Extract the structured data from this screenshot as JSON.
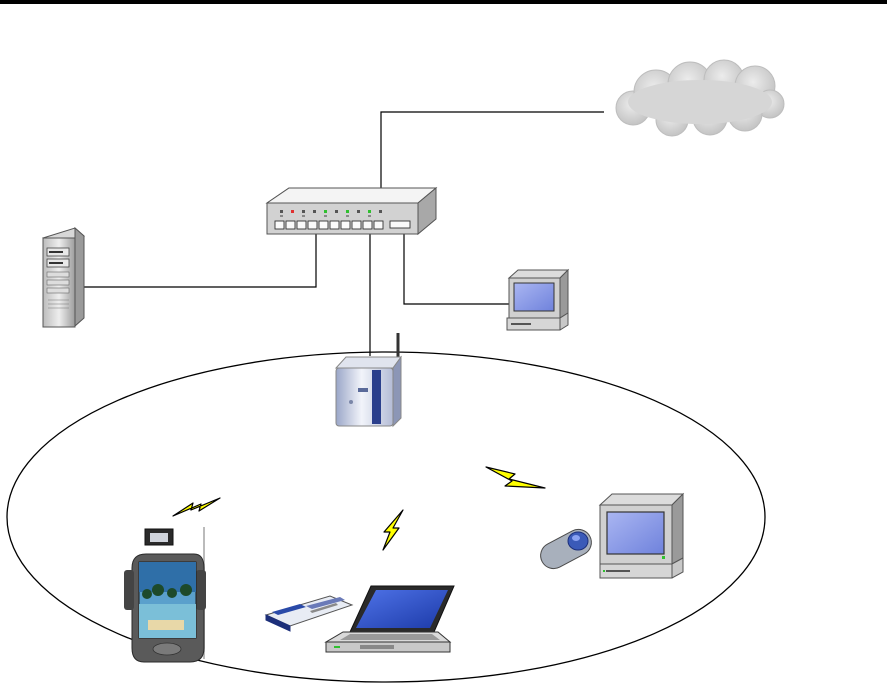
{
  "diagram": {
    "nodes": [
      {
        "id": "internet",
        "icon": "cloud-icon"
      },
      {
        "id": "switch",
        "icon": "network-switch-icon"
      },
      {
        "id": "server",
        "icon": "tower-server-icon"
      },
      {
        "id": "wired-desktop",
        "icon": "desktop-computer-icon"
      },
      {
        "id": "access-point",
        "icon": "wireless-access-point-icon"
      },
      {
        "id": "pda",
        "icon": "pda-handheld-icon"
      },
      {
        "id": "wireless-card",
        "icon": "pc-card-adapter-icon"
      },
      {
        "id": "laptop",
        "icon": "laptop-icon"
      },
      {
        "id": "usb-adapter",
        "icon": "usb-wireless-adapter-icon"
      },
      {
        "id": "wireless-desktop",
        "icon": "desktop-computer-icon"
      }
    ],
    "wired_links": [
      {
        "from": "switch",
        "to": "internet"
      },
      {
        "from": "switch",
        "to": "server"
      },
      {
        "from": "switch",
        "to": "wired-desktop"
      },
      {
        "from": "switch",
        "to": "access-point"
      }
    ],
    "wireless_links": [
      {
        "from": "access-point",
        "to": "pda",
        "icon": "lightning-bolt-icon"
      },
      {
        "from": "access-point",
        "to": "laptop",
        "icon": "lightning-bolt-icon"
      },
      {
        "from": "access-point",
        "to": "wireless-desktop",
        "icon": "lightning-bolt-icon"
      }
    ],
    "wireless_zone": {
      "shape": "ellipse",
      "encloses": [
        "access-point",
        "pda",
        "wireless-card",
        "laptop",
        "usb-adapter",
        "wireless-desktop"
      ]
    },
    "colors": {
      "line": "#000000",
      "cloud": "#d4d4d4",
      "screen": "#8f9fe8",
      "bolt": "#ffff00",
      "led_green": "#2fc02f",
      "led_red": "#e03030"
    }
  }
}
